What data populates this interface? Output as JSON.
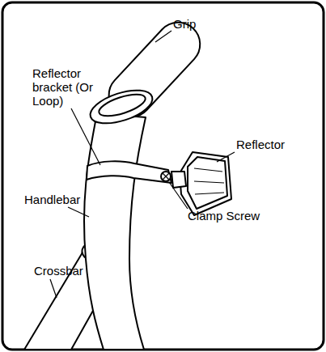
{
  "diagram": {
    "labels": [
      "Grip",
      "Reflector bracket (Or Loop)",
      "Reflector",
      "Handlebar",
      "Clamp Screw",
      "Crossbar"
    ]
  }
}
